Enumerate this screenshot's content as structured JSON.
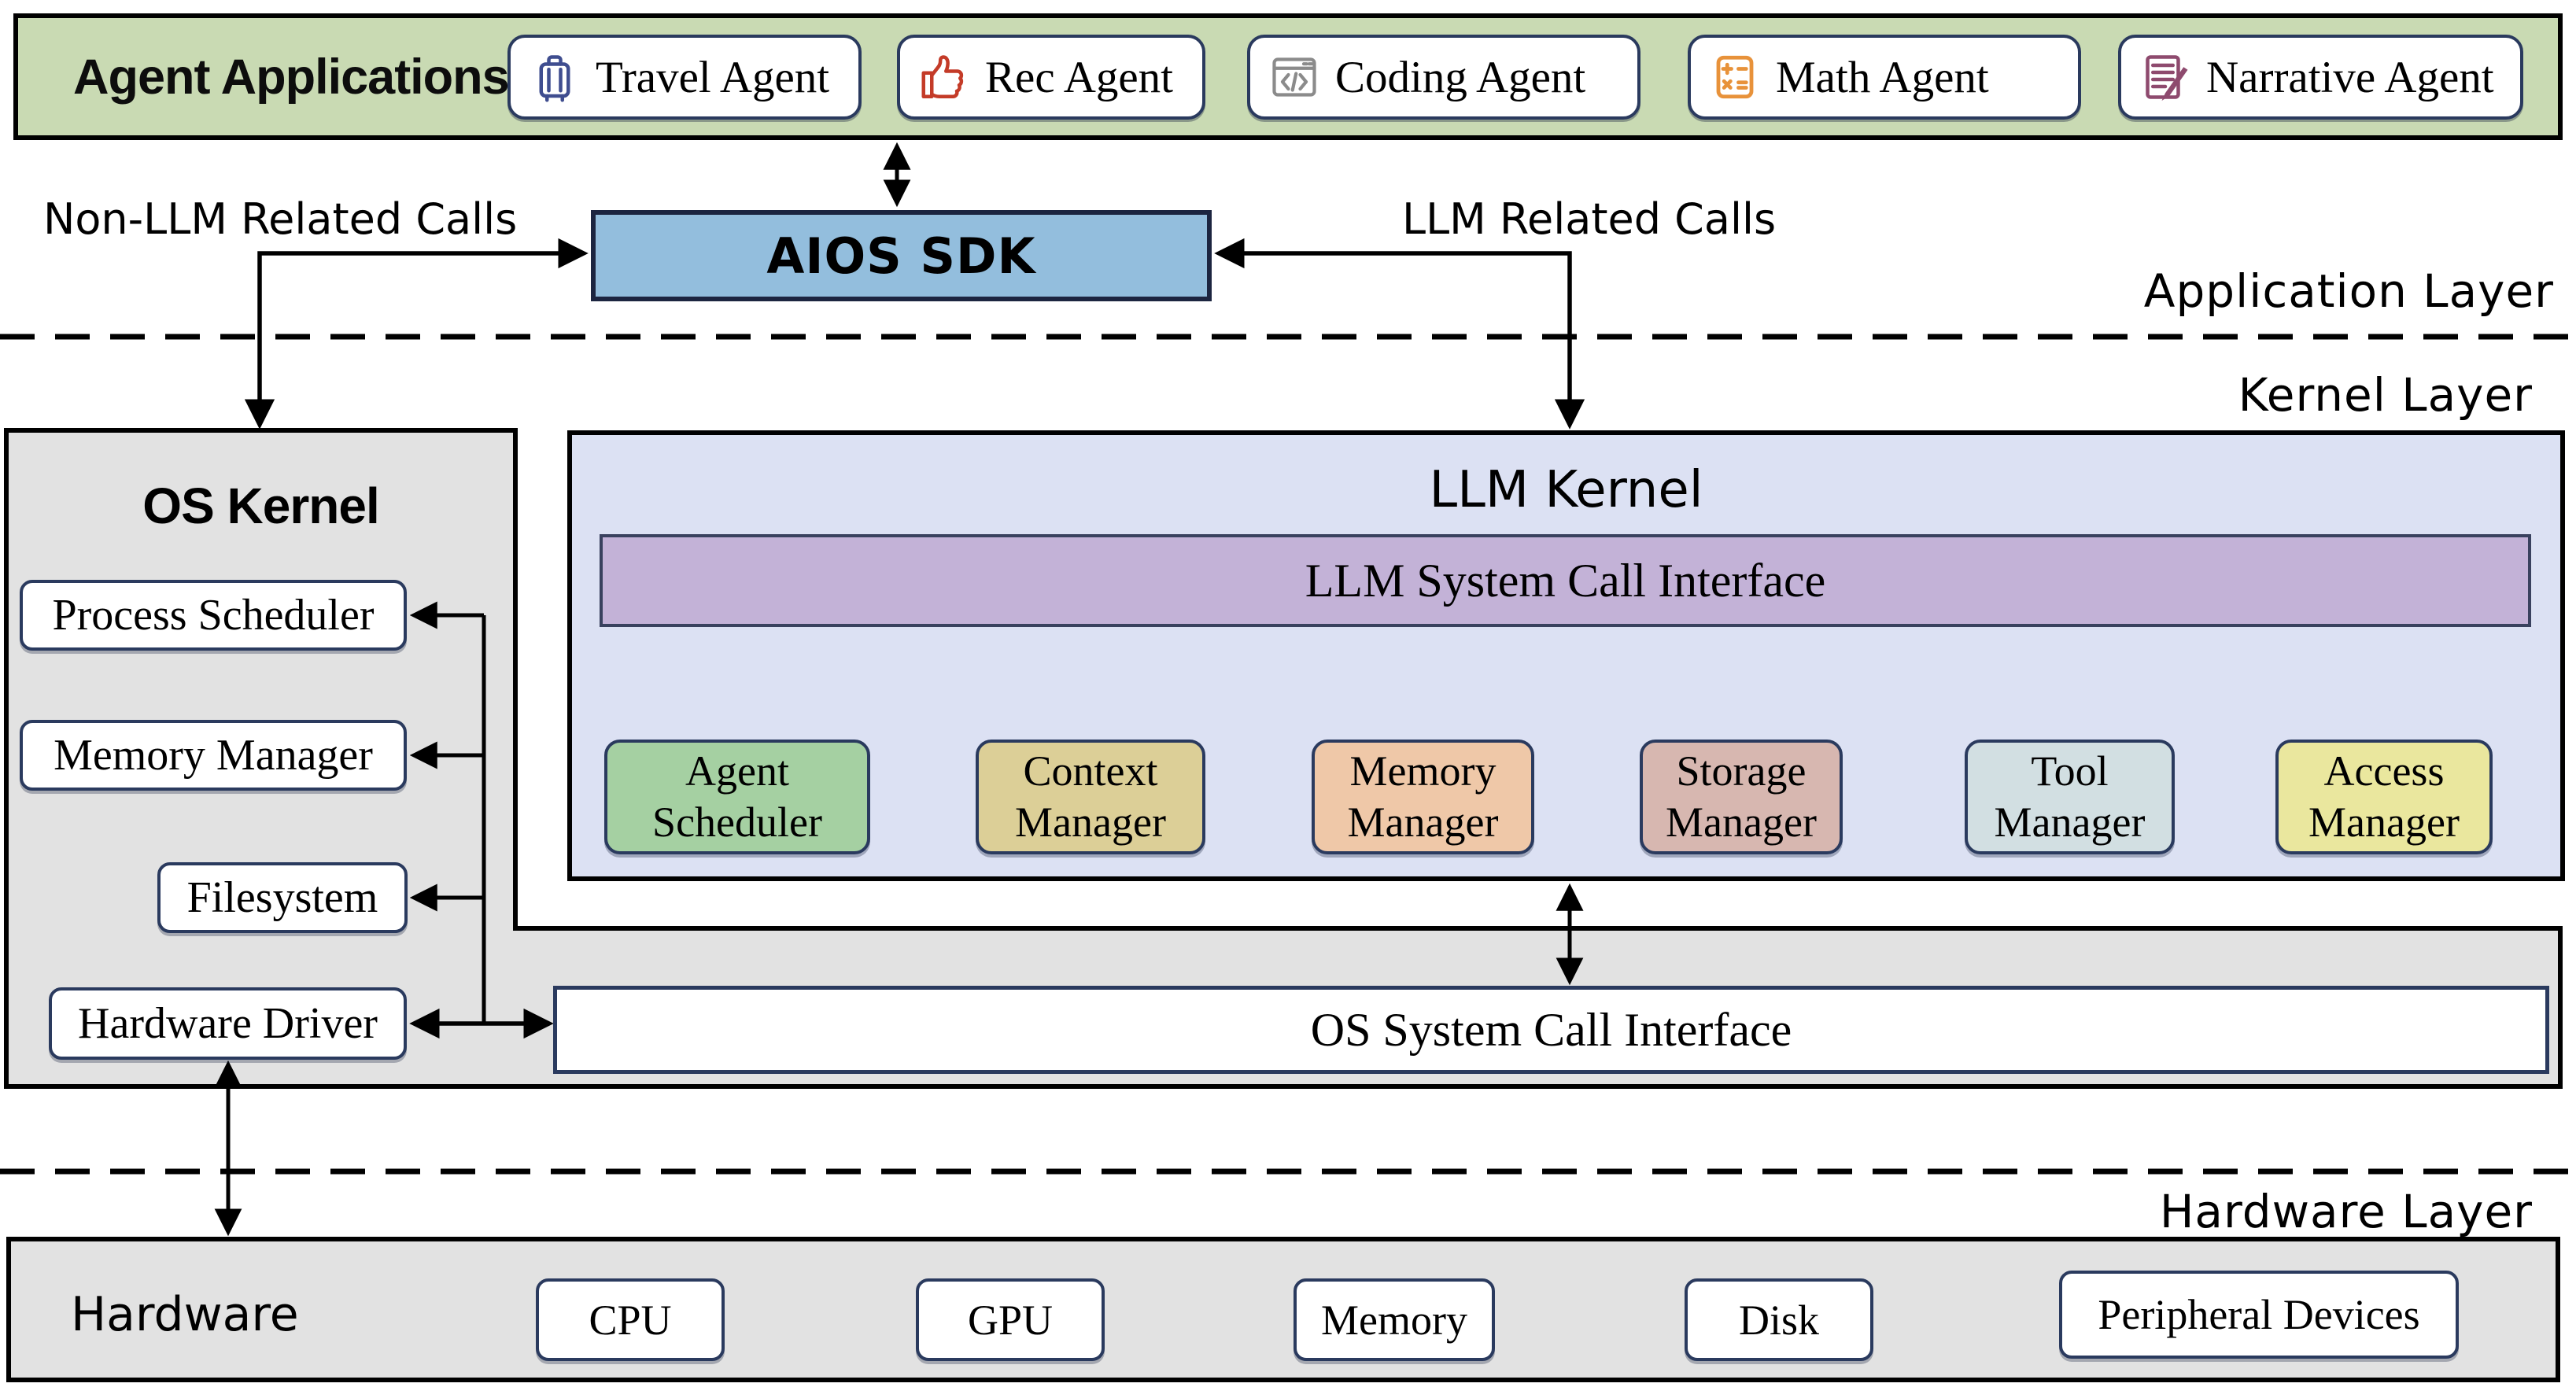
{
  "agent_bar": {
    "title": "Agent Applications",
    "agents": [
      {
        "label": "Travel Agent",
        "icon": "luggage-icon",
        "color": "#3f4d8f"
      },
      {
        "label": "Rec Agent",
        "icon": "thumbs-up-icon",
        "color": "#c43b28"
      },
      {
        "label": "Coding Agent",
        "icon": "code-window-icon",
        "color": "#8b8b8b"
      },
      {
        "label": "Math Agent",
        "icon": "calculator-icon",
        "color": "#e8923a"
      },
      {
        "label": "Narrative Agent",
        "icon": "document-pen-icon",
        "color": "#8e4a6e"
      }
    ]
  },
  "sdk": {
    "label": "AIOS SDK"
  },
  "calls": {
    "non_llm": "Non-LLM Related Calls",
    "llm": "LLM Related Calls"
  },
  "layers": {
    "application": "Application Layer",
    "kernel": "Kernel Layer",
    "hardware": "Hardware Layer"
  },
  "os_kernel": {
    "title": "OS Kernel",
    "components": [
      "Process Scheduler",
      "Memory Manager",
      "Filesystem",
      "Hardware Driver"
    ]
  },
  "llm_kernel": {
    "title": "LLM Kernel",
    "interface_label": "LLM System Call Interface",
    "managers": [
      {
        "label": "Agent Scheduler",
        "color": "#a5d0a2"
      },
      {
        "label": "Context Manager",
        "color": "#dccf97"
      },
      {
        "label": "Memory Manager",
        "color": "#efc8a8"
      },
      {
        "label": "Storage Manager",
        "color": "#d7b7b0"
      },
      {
        "label": "Tool Manager",
        "color": "#d2dfe2"
      },
      {
        "label": "Access Manager",
        "color": "#eae79e"
      }
    ]
  },
  "os_syscall": {
    "label": "OS System Call Interface"
  },
  "hardware": {
    "title": "Hardware",
    "components": [
      "CPU",
      "GPU",
      "Memory",
      "Disk",
      "Peripheral Devices"
    ]
  },
  "colors": {
    "agent_bar_bg": "#c9dab3",
    "sdk_bg": "#93bedd",
    "llm_kernel_bg": "#dce1f3",
    "llm_interface_bg": "#c3b2d7",
    "gray_panel_bg": "#e2e2e2",
    "box_border": "#2a3a5e"
  }
}
